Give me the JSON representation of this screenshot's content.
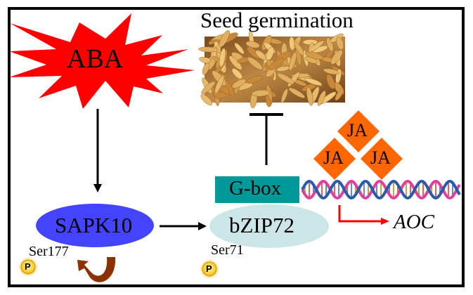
{
  "diagram": {
    "nodes": {
      "aba": {
        "label": "ABA",
        "shape": "starburst",
        "color": "#ff0000"
      },
      "seed_title": {
        "label": "Seed germination"
      },
      "seed_image": {
        "description": "germinating rice seeds photo"
      },
      "sapk10": {
        "label": "SAPK10",
        "shape": "ellipse",
        "color": "#4444ff"
      },
      "sapk10_site": {
        "label": "Ser177"
      },
      "bzip72": {
        "label": "bZIP72",
        "shape": "ellipse",
        "color": "#cce6e8"
      },
      "bzip72_site": {
        "label": "Ser71"
      },
      "gbox": {
        "label": "G-box",
        "color": "#009999"
      },
      "ja": [
        {
          "label": "JA"
        },
        {
          "label": "JA"
        },
        {
          "label": "JA"
        }
      ],
      "ja_color": "#ff6600",
      "aoc": {
        "label": "AOC"
      },
      "phospho_label": "P"
    },
    "edges": [
      {
        "from": "ABA",
        "to": "SAPK10",
        "type": "activation"
      },
      {
        "from": "SAPK10",
        "to": "bZIP72",
        "type": "activation"
      },
      {
        "from": "SAPK10",
        "to": "SAPK10",
        "type": "autophosphorylation"
      },
      {
        "from": "G-box",
        "to": "Seed germination",
        "type": "inhibition"
      },
      {
        "from": "DNA",
        "to": "AOC",
        "type": "transcription",
        "color": "#ff0000"
      }
    ]
  }
}
